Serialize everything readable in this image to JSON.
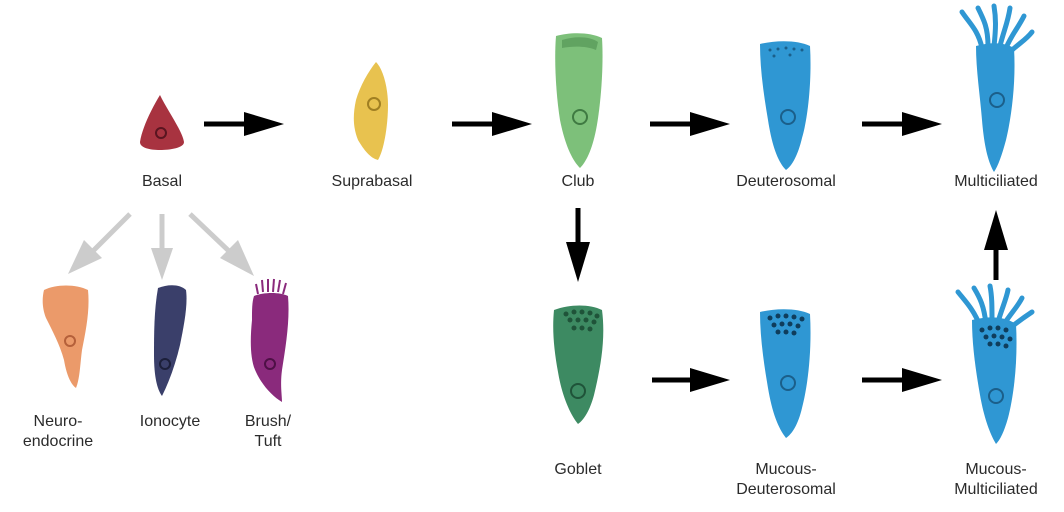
{
  "labels": {
    "basal": "Basal",
    "suprabasal": "Suprabasal",
    "club": "Club",
    "deuterosomal": "Deuterosomal",
    "multiciliated": "Multiciliated",
    "neuroendocrine": [
      "Neuro-",
      "endocrine"
    ],
    "ionocyte": "Ionocyte",
    "brush_tuft": [
      "Brush/",
      "Tuft"
    ],
    "goblet": "Goblet",
    "mucous_deuterosomal": [
      "Mucous-",
      "Deuterosomal"
    ],
    "mucous_multiciliated": [
      "Mucous-",
      "Multiciliated"
    ]
  },
  "colors": {
    "basal": "#a83340",
    "suprabasal": "#e8c24f",
    "club": "#7dc07a",
    "goblet": "#3d8a62",
    "blue_cell": "#2f97d3",
    "neuroendocrine": "#eb9a6a",
    "ionocyte": "#3a3f6a",
    "brush_tuft": "#8a2a7c",
    "arrow_main": "#000000",
    "arrow_branch": "#cccccc"
  }
}
